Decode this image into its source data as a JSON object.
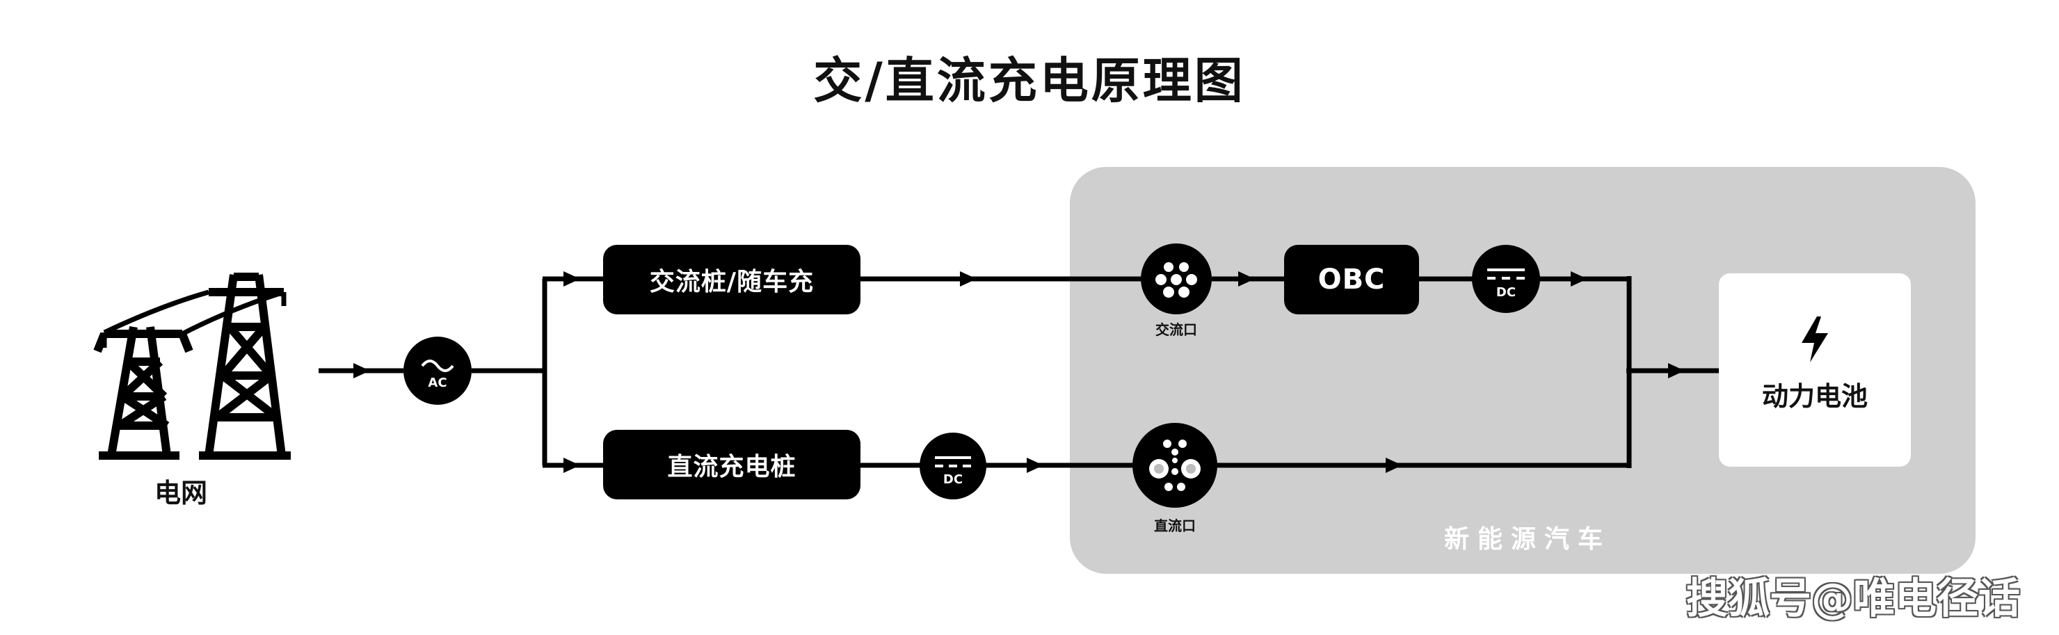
{
  "title": "交/直流充电原理图",
  "grid": {
    "label": "电网",
    "icon": "power-tower-icon"
  },
  "ac_symbol": {
    "label": "AC"
  },
  "ac_pile": {
    "label": "交流桩/随车充"
  },
  "dc_pile": {
    "label": "直流充电桩"
  },
  "dc_converter_outside": {
    "label": "DC"
  },
  "ac_port": {
    "label": "交流口",
    "icon": "ac-charging-port-icon"
  },
  "dc_port": {
    "label": "直流口",
    "icon": "dc-charging-port-icon"
  },
  "obc": {
    "label": "OBC"
  },
  "dc_converter_inside": {
    "label": "DC"
  },
  "battery": {
    "label": "动力电池",
    "icon": "lightning-bolt-icon"
  },
  "vehicle_region": {
    "label": "新能源汽车"
  },
  "watermark": "搜狐号@唯电径话",
  "colors": {
    "foreground": "#000000",
    "vehicle_region": "#cfcfcf",
    "background": "#ffffff"
  }
}
